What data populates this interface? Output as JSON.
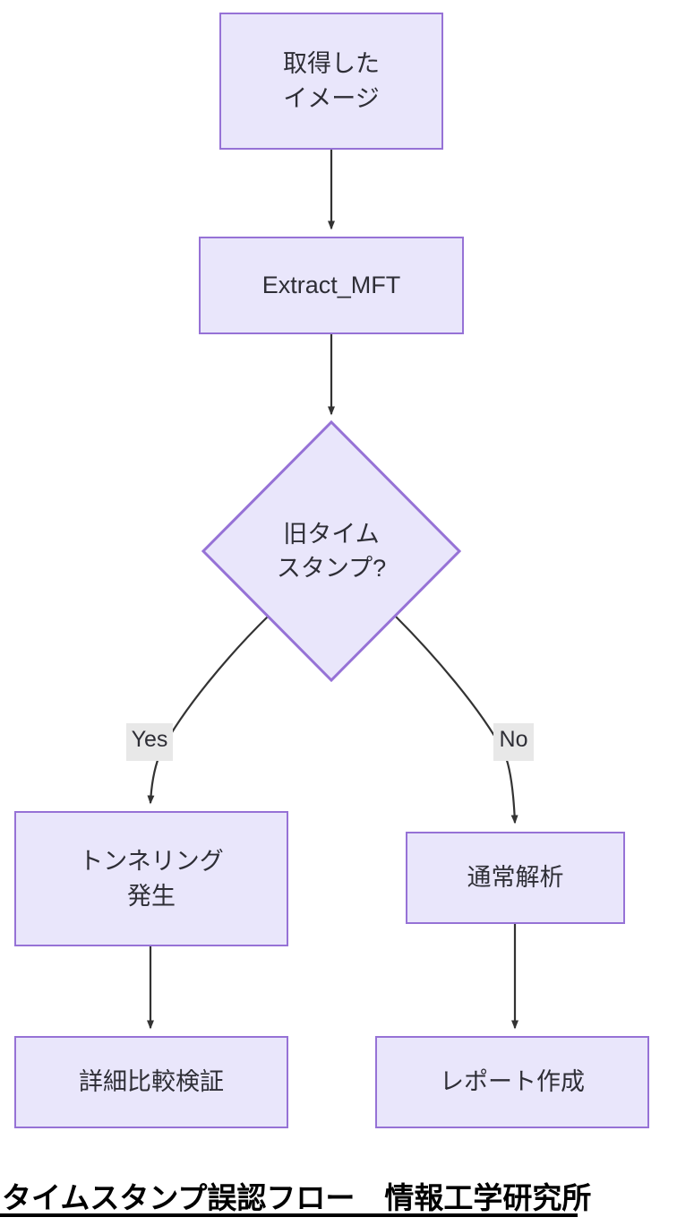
{
  "diagram": {
    "type": "flowchart",
    "direction": "top-down",
    "theme": {
      "node_fill": "#e9e6fb",
      "node_stroke": "#9672d6",
      "node_text": "#2e2e36",
      "edge_stroke": "#333333",
      "edge_label_background": "#e8e8e8",
      "canvas_background": "#ffffff"
    },
    "nodes": [
      {
        "id": "acquired_image",
        "shape": "rect",
        "label": "取得した\nイメージ"
      },
      {
        "id": "extract_mft",
        "shape": "rect",
        "label": "Extract_MFT"
      },
      {
        "id": "old_timestamp",
        "shape": "diamond",
        "label": "旧タイム\nスタンプ?"
      },
      {
        "id": "tunneling",
        "shape": "rect",
        "label": "トンネリング\n発生"
      },
      {
        "id": "normal_analysis",
        "shape": "rect",
        "label": "通常解析"
      },
      {
        "id": "detailed_compare",
        "shape": "rect",
        "label": "詳細比較検証"
      },
      {
        "id": "report",
        "shape": "rect",
        "label": "レポート作成"
      }
    ],
    "edges": [
      {
        "from": "acquired_image",
        "to": "extract_mft",
        "label": ""
      },
      {
        "from": "extract_mft",
        "to": "old_timestamp",
        "label": ""
      },
      {
        "from": "old_timestamp",
        "to": "tunneling",
        "label": "Yes"
      },
      {
        "from": "old_timestamp",
        "to": "normal_analysis",
        "label": "No"
      },
      {
        "from": "tunneling",
        "to": "detailed_compare",
        "label": ""
      },
      {
        "from": "normal_analysis",
        "to": "report",
        "label": ""
      }
    ]
  },
  "caption": {
    "text": "タイムスタンプ誤認フロー　情報工学研究所"
  }
}
